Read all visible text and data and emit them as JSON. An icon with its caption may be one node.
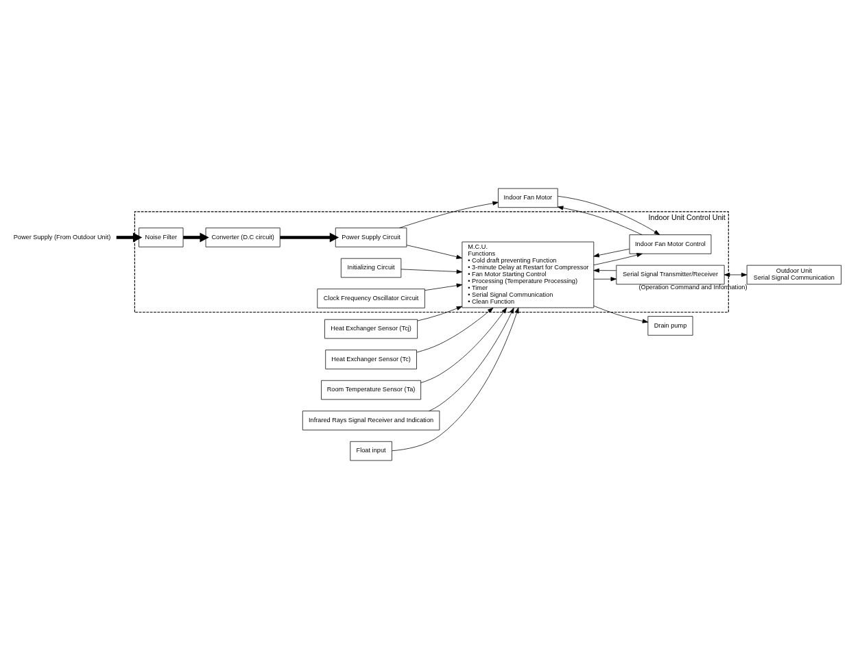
{
  "diagram": {
    "nodes": [
      {
        "text": [
          "Indoor Unit Control Unit"
        ]
      },
      {
        "text": [
          "M.C.U.",
          "Functions",
          "• Cold draft preventing Function",
          "• 3-minute Delay at Restart for Compressor",
          "• Fan Motor Starting Control",
          "• Processing (Temperature Processing)",
          "• Timer",
          "• Serial Signal Communication",
          "• Clean Function"
        ],
        "in": 0
      },
      {
        "text": [
          "Heat Exchanger Sensor (Tcj)"
        ]
      },
      {
        "text": [
          "Heat Exchanger Sensor (Tc)"
        ]
      },
      {
        "text": [
          "Room Temperature Sensor (Ta)"
        ]
      },
      {
        "text": [
          "Infrared Rays Signal Receiver and Indication"
        ]
      },
      {
        "text": [
          "Float input"
        ]
      },
      {
        "text": [
          "Drain pump"
        ]
      },
      {
        "text": [
          "Indoor Fan Motor Control"
        ],
        "in": 0
      },
      {
        "text": [
          "Indoor Fan Motor"
        ]
      },
      {
        "text": [
          "Initializing Circuit"
        ],
        "in": 0
      },
      {
        "text": [
          "Clock Frequency Oscillator Circuit"
        ],
        "in": 0
      },
      {
        "text": [
          "Power Supply Circuit"
        ],
        "in": 0
      },
      {
        "text": [
          "Converter (D.C circuit)"
        ],
        "in": 0
      },
      {
        "text": [
          "Noise Filter"
        ],
        "in": 0
      },
      {
        "text": [
          "Serial Signal Transmitter/Receiver"
        ],
        "in": 0
      },
      {
        "text": [
          "Power Supply (From Outdoor Unit)"
        ]
      },
      {
        "text": [
          "Outdoor Unit",
          "Serial Signal Communication"
        ],
        "beside": [
          "(Operation Command and Information)"
        ]
      }
    ],
    "edges": [
      {
        "from": 2,
        "to": 1,
        "arrow": "to"
      },
      {
        "from": 3,
        "to": 1,
        "arrow": "to"
      },
      {
        "from": 4,
        "to": 1,
        "arrow": "to"
      },
      {
        "from": 5,
        "to": 1,
        "arrow": "to"
      },
      {
        "from": 6,
        "to": 1,
        "arrow": "to"
      },
      {
        "from": 1,
        "to": 7,
        "arrow": "to"
      },
      {
        "from": 1,
        "to": 8,
        "arrow": "to"
      },
      {
        "from": 8,
        "to": 1,
        "arrow": "to"
      },
      {
        "from": 8,
        "to": 9,
        "arrow": "to"
      },
      {
        "from": 9,
        "to": 8,
        "arrow": "to"
      },
      {
        "from": 10,
        "to": 1,
        "arrow": "to"
      },
      {
        "from": 11,
        "to": 1,
        "arrow": "to"
      },
      {
        "from": 12,
        "to": 1,
        "arrow": "to"
      },
      {
        "from": 12,
        "to": 9,
        "arrow": "to"
      },
      {
        "from": 14,
        "to": 13,
        "arrow": "to",
        "style": "thick"
      },
      {
        "from": 13,
        "to": 12,
        "arrow": "to",
        "style": "thick"
      },
      {
        "from": 16,
        "to": 14,
        "arrow": "to",
        "style": "thick"
      },
      {
        "from": 1,
        "to": 15,
        "arrow": "to"
      },
      {
        "from": 15,
        "to": 1,
        "arrow": "to"
      },
      {
        "from": 15,
        "to": 17,
        "arrow": "both"
      }
    ]
  }
}
